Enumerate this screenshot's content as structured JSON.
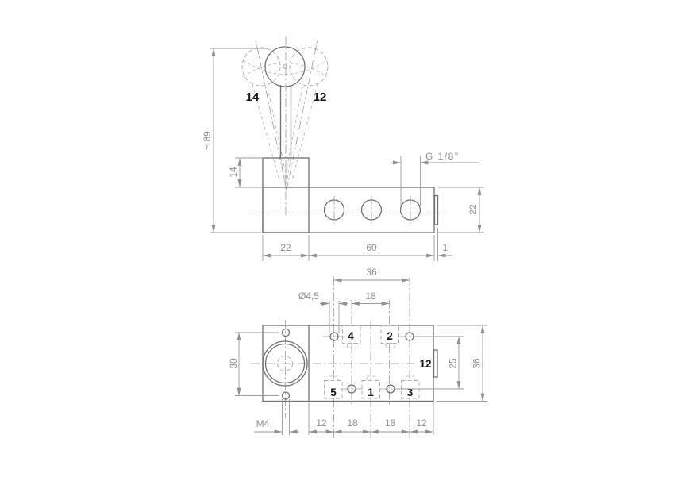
{
  "drawing": {
    "title": "valve-technical-drawing",
    "units": "mm",
    "colors": {
      "object_line": "#6f6f6f",
      "dimension_line": "#9a9a9a",
      "dimension_text": "#8f8f8f",
      "label_text": "#161616",
      "background": "#ffffff"
    }
  },
  "side_view": {
    "lever": {
      "position_left_label": "14",
      "position_right_label": "12"
    },
    "dims": {
      "overall_height": "~ 89",
      "tower_height": "14",
      "tower_width": "22",
      "body_length": "60",
      "end_plate": "1",
      "body_height": "22",
      "port_thread": "G 1/8\""
    }
  },
  "bottom_view": {
    "dims": {
      "port_span": "36",
      "port_pitch_top": "18",
      "hole_diameter": "Ø4,5",
      "mount_hole_pitch": "30",
      "mount_thread": "M4",
      "offset_left": "12",
      "pitch_a": "18",
      "pitch_b": "18",
      "offset_right": "12",
      "row_pitch": "25",
      "body_width": "36"
    },
    "ports": {
      "p4": "4",
      "p2": "2",
      "p5": "5",
      "p1": "1",
      "p3": "3",
      "pilot": "12"
    }
  }
}
